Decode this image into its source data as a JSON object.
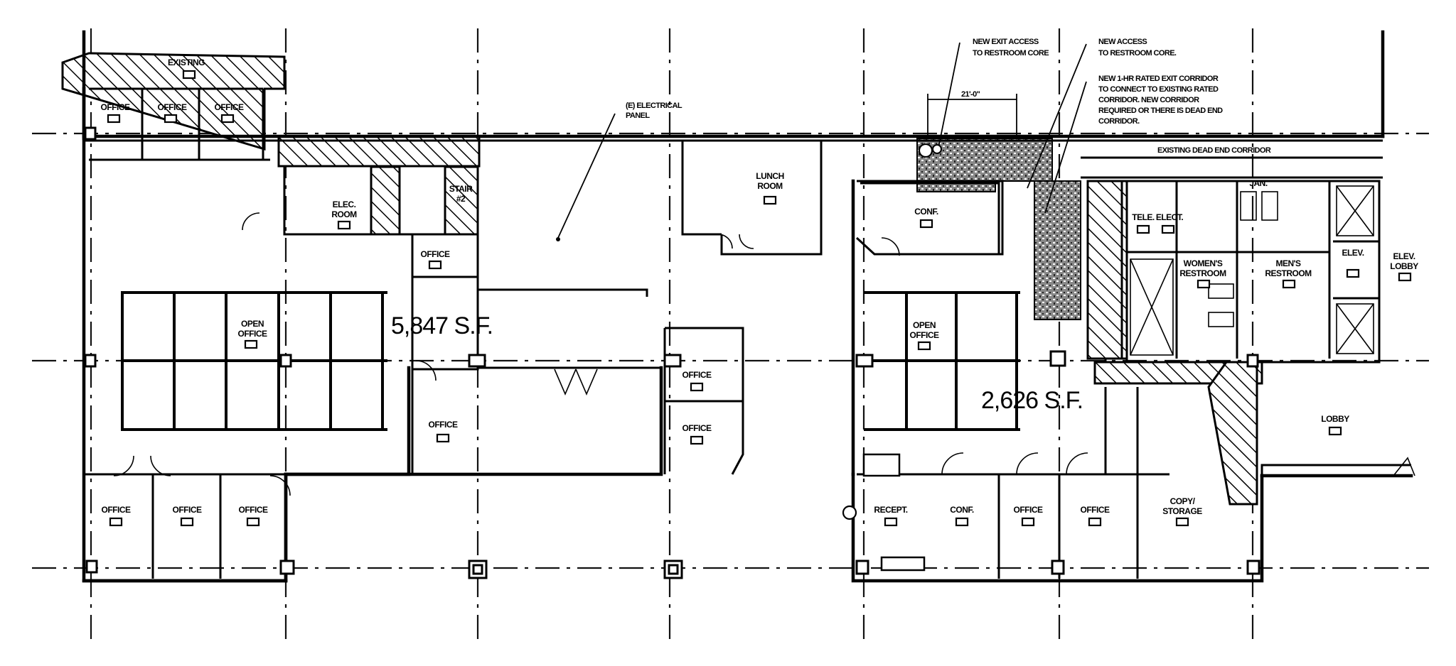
{
  "areas": {
    "left": "5,847 S.F.",
    "right": "2,626 S.F."
  },
  "rooms": {
    "office_t1": "OFFICE",
    "office_t2": "OFFICE",
    "office_t3": "OFFICE",
    "top_left_small": "EXISTING",
    "elec_room_l1": "ELEC.",
    "elec_room_l2": "ROOM",
    "stair_l1": "STAIR",
    "stair_l2": "#2",
    "office_mid_top": "OFFICE",
    "open_office_l_l1": "OPEN",
    "open_office_l_l2": "OFFICE",
    "office_mid_low": "OFFICE",
    "office_b1": "OFFICE",
    "office_b2": "OFFICE",
    "office_b3": "OFFICE",
    "lunch_l1": "LUNCH",
    "lunch_l2": "ROOM",
    "office_c1": "OFFICE",
    "office_c2": "OFFICE",
    "conf_top": "CONF.",
    "open_office_r_l1": "OPEN",
    "open_office_r_l2": "OFFICE",
    "recept": "RECEPT.",
    "conf_bot": "CONF.",
    "office_r1": "OFFICE",
    "office_r2": "OFFICE",
    "copy_l1": "COPY/",
    "copy_l2": "STORAGE",
    "tele": "TELE.",
    "elect": "ELECT.",
    "jan": "JAN.",
    "womens_l1": "WOMEN'S",
    "womens_l2": "RESTROOM",
    "mens_l1": "MEN'S",
    "mens_l2": "RESTROOM",
    "elev_room": "ELEV.",
    "elev_lobby_l1": "ELEV.",
    "elev_lobby_l2": "LOBBY",
    "lobby": "LOBBY"
  },
  "notes": {
    "electrical_l1": "(E) ELECTRICAL",
    "electrical_l2": "PANEL",
    "new_exit_l1": "NEW EXIT ACCESS",
    "new_exit_l2": "TO RESTROOM CORE",
    "new_access_l1": "NEW ACCESS",
    "new_access_l2": "TO RESTROOM CORE.",
    "corridor_l1": "NEW 1-HR RATED EXIT CORRIDOR",
    "corridor_l2": "TO CONNECT TO EXISTING RATED",
    "corridor_l3": "CORRIDOR.  NEW CORRIDOR",
    "corridor_l4": "REQUIRED OR THERE IS DEAD END",
    "corridor_l5": "CORRIDOR.",
    "dead_end": "EXISTING DEAD END CORRIDOR",
    "dimension": "21'-0\""
  }
}
